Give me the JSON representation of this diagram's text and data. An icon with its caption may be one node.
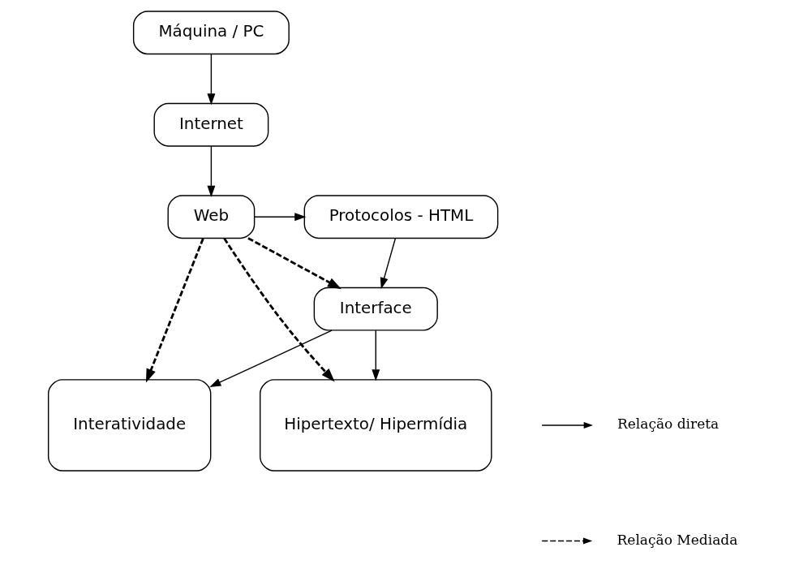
{
  "diagram": {
    "nodes": [
      {
        "text": [
          "Máquina / PC"
        ]
      },
      {
        "text": [
          "Internet"
        ]
      },
      {
        "text": [
          "Protocolos - HTML"
        ]
      },
      {
        "text": [
          "Web"
        ]
      },
      {
        "text": [
          "Interface"
        ]
      },
      {
        "text": [
          "Hipertexto/ Hipermídia"
        ]
      },
      {
        "text": [
          "Interatividade"
        ]
      }
    ],
    "edges": [
      {
        "from": 0,
        "to": 1,
        "arrow": "to"
      },
      {
        "from": 1,
        "to": 3,
        "arrow": "to"
      },
      {
        "from": 3,
        "to": 2,
        "arrow": "to"
      },
      {
        "from": 2,
        "to": 4,
        "arrow": "to"
      },
      {
        "from": 3,
        "to": 4,
        "arrow": "to",
        "style": "dashed"
      },
      {
        "from": 3,
        "to": 5,
        "arrow": "to",
        "style": "dashed"
      },
      {
        "from": 3,
        "to": 6,
        "arrow": "to",
        "style": "dashed"
      },
      {
        "from": 4,
        "to": 5,
        "arrow": "to"
      },
      {
        "from": 4,
        "to": 6,
        "arrow": "to"
      }
    ],
    "legend": [
      {
        "text": "Relação direta"
      },
      {
        "text": "Relação Mediada"
      }
    ]
  }
}
